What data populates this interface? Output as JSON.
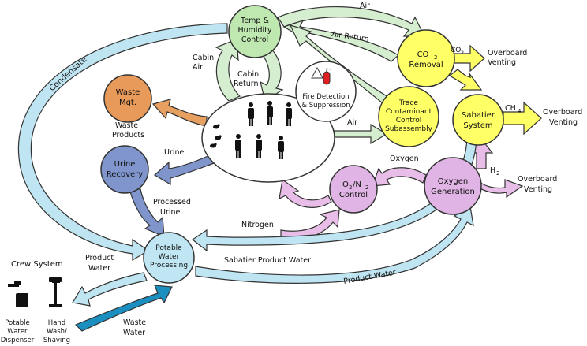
{
  "nodes": {
    "temp": [
      "Temp &",
      "Humidity",
      "Control"
    ],
    "co2": [
      "CO",
      "2",
      "Removal"
    ],
    "trace": [
      "Trace",
      "Contaminant",
      "Control",
      "Subassembly"
    ],
    "sabatier": [
      "Sabatier",
      "System"
    ],
    "waste": [
      "Waste",
      "Mgt."
    ],
    "urine": [
      "Urine",
      "Recovery"
    ],
    "o2n2": [
      "O",
      "2",
      "/N",
      "2",
      "Control"
    ],
    "oxygen_gen": [
      "Oxygen",
      "Generation"
    ],
    "potable": [
      "Potable",
      "Water",
      "Processing"
    ],
    "fire": [
      "Fire Detection",
      "& Suppression"
    ]
  },
  "labels": {
    "air": "Air",
    "air_return": "Air Return",
    "co2_out": [
      "CO",
      "2"
    ],
    "overboard_1": [
      "Overboard",
      "Venting"
    ],
    "ch4": [
      "CH",
      "4"
    ],
    "overboard_2": [
      "Overboard",
      "Venting"
    ],
    "air_2": "Air",
    "cabin_air": [
      "Cabin",
      "Air"
    ],
    "cabin_return": [
      "Cabin",
      "Return"
    ],
    "condensate": "Condensate",
    "waste_products": [
      "Waste",
      "Products"
    ],
    "urine_flow": "Urine",
    "processed_urine": [
      "Processed",
      "Urine"
    ],
    "oxygen": "Oxygen",
    "h2": [
      "H",
      "2"
    ],
    "overboard_3": [
      "Overboard",
      "Venting"
    ],
    "nitrogen": "Nitrogen",
    "product_water_left": [
      "Product",
      "Water"
    ],
    "sabatier_product_water": "Sabatier Product Water",
    "product_water_bottom": "Product Water",
    "waste_water": [
      "Waste",
      "Water"
    ],
    "crew_system": "Crew System",
    "potable_dispenser": [
      "Potable",
      "Water",
      "Dispenser"
    ],
    "hand_wash": [
      "Hand",
      "Wash/",
      "Shaving"
    ]
  },
  "colors": {
    "yellow_fill": "#ffff66",
    "green_fill": "#bfe8b0",
    "orange_fill": "#e89a5a",
    "blue_fill": "#7f95cc",
    "pink_fill": "#e0b4e4",
    "lightblue_fill": "#bfe6f2",
    "air_arrow": "#d6eed0",
    "water_arrow": "#bfe4f2",
    "waste_water_arrow": "#1b8fc0",
    "pink_arrow": "#e8bee8",
    "orange_arrow": "#e8a060",
    "blue_arrow": "#7f95cc",
    "fire_red": "#e02020"
  },
  "icons": [
    "crew-figure-icon",
    "duck-icon",
    "fire-extinguisher-icon",
    "warning-triangle-icon",
    "faucet-icon",
    "sink-icon"
  ]
}
